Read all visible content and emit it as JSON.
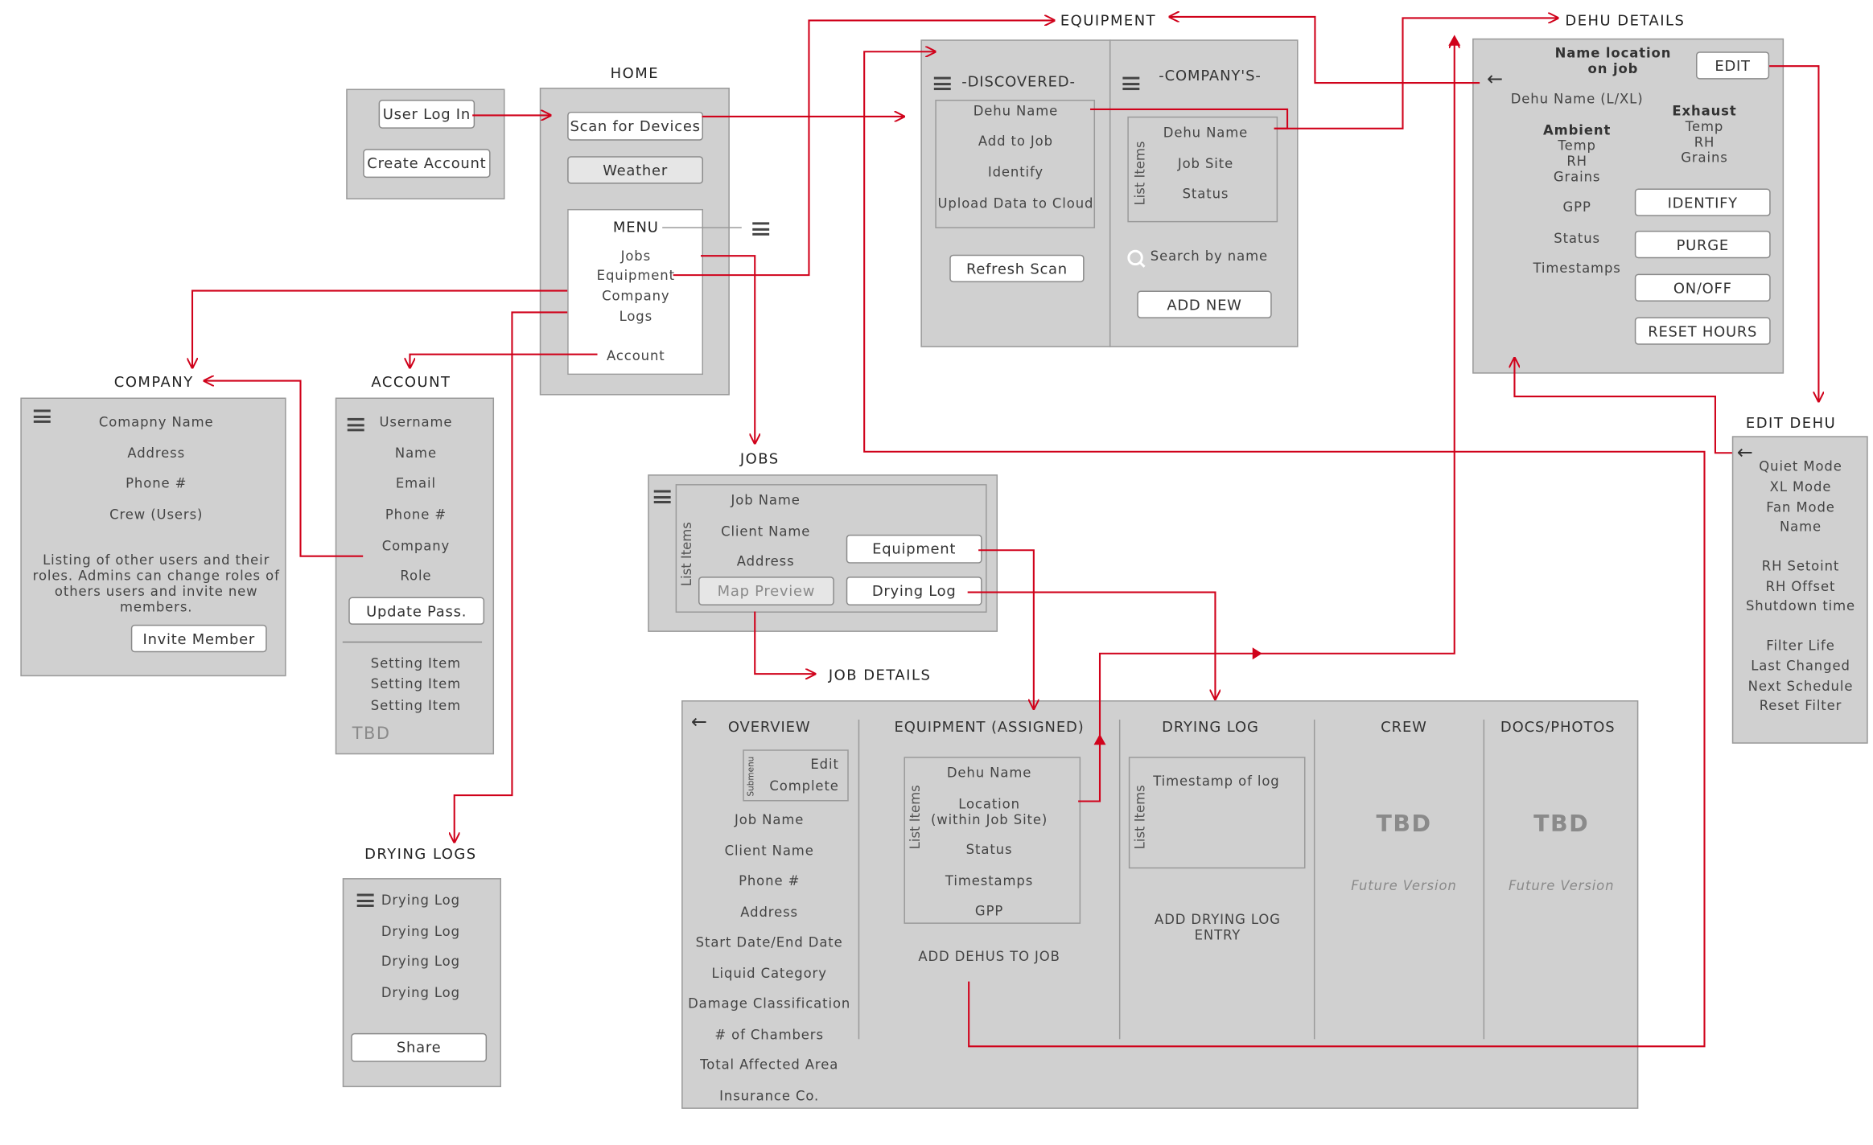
{
  "titles": {
    "home": "HOME",
    "equipment": "EQUIPMENT",
    "dehu_details": "DEHU DETAILS",
    "company": "COMPANY",
    "account": "ACCOUNT",
    "jobs": "JOBS",
    "job_details": "JOB DETAILS",
    "edit_dehu": "EDIT DEHU",
    "drying_logs": "DRYING LOGS"
  },
  "login": {
    "user_log_in": "User Log In",
    "create_account": "Create Account"
  },
  "home": {
    "scan": "Scan for Devices",
    "weather": "Weather",
    "menu_title": "MENU",
    "menu_items": [
      "Jobs",
      "Equipment",
      "Company",
      "Logs",
      "Account"
    ]
  },
  "equipment": {
    "discovered_header": "-DISCOVERED-",
    "discovered_items": [
      "Dehu Name",
      "Add to Job",
      "Identify",
      "Upload Data to Cloud"
    ],
    "refresh": "Refresh Scan",
    "companys_header": "-COMPANY'S-",
    "list_label": "List Items",
    "companys_items": [
      "Dehu Name",
      "Job Site",
      "Status"
    ],
    "search": "Search by name",
    "add_new": "ADD NEW"
  },
  "dehu_details": {
    "name_location": [
      "Name location",
      "on job"
    ],
    "edit": "EDIT",
    "dehu_name": "Dehu Name (L/XL)",
    "ambient_title": "Ambient",
    "ambient_items": [
      "Temp",
      "RH",
      "Grains"
    ],
    "exhaust_title": "Exhaust",
    "exhaust_items": [
      "Temp",
      "RH",
      "Grains"
    ],
    "gpp": "GPP",
    "status": "Status",
    "timestamps": "Timestamps",
    "buttons": [
      "IDENTIFY",
      "PURGE",
      "ON/OFF",
      "RESET HOURS"
    ]
  },
  "company": {
    "items": [
      "Comapny Name",
      "Address",
      "Phone #",
      "Crew (Users)"
    ],
    "description": [
      "Listing of other users and their",
      "roles. Admins can change roles of",
      "others users and invite new",
      "members."
    ],
    "invite": "Invite Member"
  },
  "account": {
    "items": [
      "Username",
      "Name",
      "Email",
      "Phone #",
      "Company",
      "Role"
    ],
    "update_pass": "Update Pass.",
    "settings": [
      "Setting Item",
      "Setting Item",
      "Setting Item"
    ],
    "tbd": "TBD"
  },
  "jobs": {
    "list_label": "List Items",
    "items": [
      "Job Name",
      "Client Name",
      "Address"
    ],
    "map_preview": "Map Preview",
    "equipment": "Equipment",
    "drying_log": "Drying Log"
  },
  "job_details": {
    "overview_title": "OVERVIEW",
    "submenu_label": "Submenu",
    "submenu_items": [
      "Edit",
      "Complete"
    ],
    "overview_items": [
      "Job Name",
      "Client Name",
      "Phone #",
      "Address",
      "Start Date/End Date",
      "Liquid Category",
      "Damage Classification",
      "# of Chambers",
      "Total Affected Area",
      "Insurance Co."
    ],
    "equipment_title": "EQUIPMENT (ASSIGNED)",
    "equipment_list_label": "List Items",
    "equipment_items": [
      "Dehu Name",
      "Location",
      "(within Job Site)",
      "Status",
      "Timestamps",
      "GPP"
    ],
    "add_dehus": "ADD DEHUS TO JOB",
    "drying_title": "DRYING LOG",
    "drying_list_label": "List Items",
    "drying_item": "Timestamp of log",
    "add_drying": [
      "ADD DRYING LOG",
      "ENTRY"
    ],
    "crew_title": "CREW",
    "docs_title": "DOCS/PHOTOS",
    "tbd": "TBD",
    "future": "Future Version"
  },
  "edit_dehu": {
    "items": [
      "Quiet Mode",
      "XL Mode",
      "Fan Mode",
      "Name",
      "RH Setoint",
      "RH Offset",
      "Shutdown time",
      "Filter Life",
      "Last Changed",
      "Next Schedule",
      "Reset Filter"
    ]
  },
  "drying_logs": {
    "items": [
      "Drying Log",
      "Drying Log",
      "Drying Log",
      "Drying Log"
    ],
    "share": "Share"
  },
  "colors": {
    "arrow": "#d0021b",
    "panel": "#d0d0d0",
    "border": "#9a9a9a"
  },
  "icons": [
    "hamburger-menu-icon",
    "back-arrow-icon",
    "search-icon"
  ]
}
